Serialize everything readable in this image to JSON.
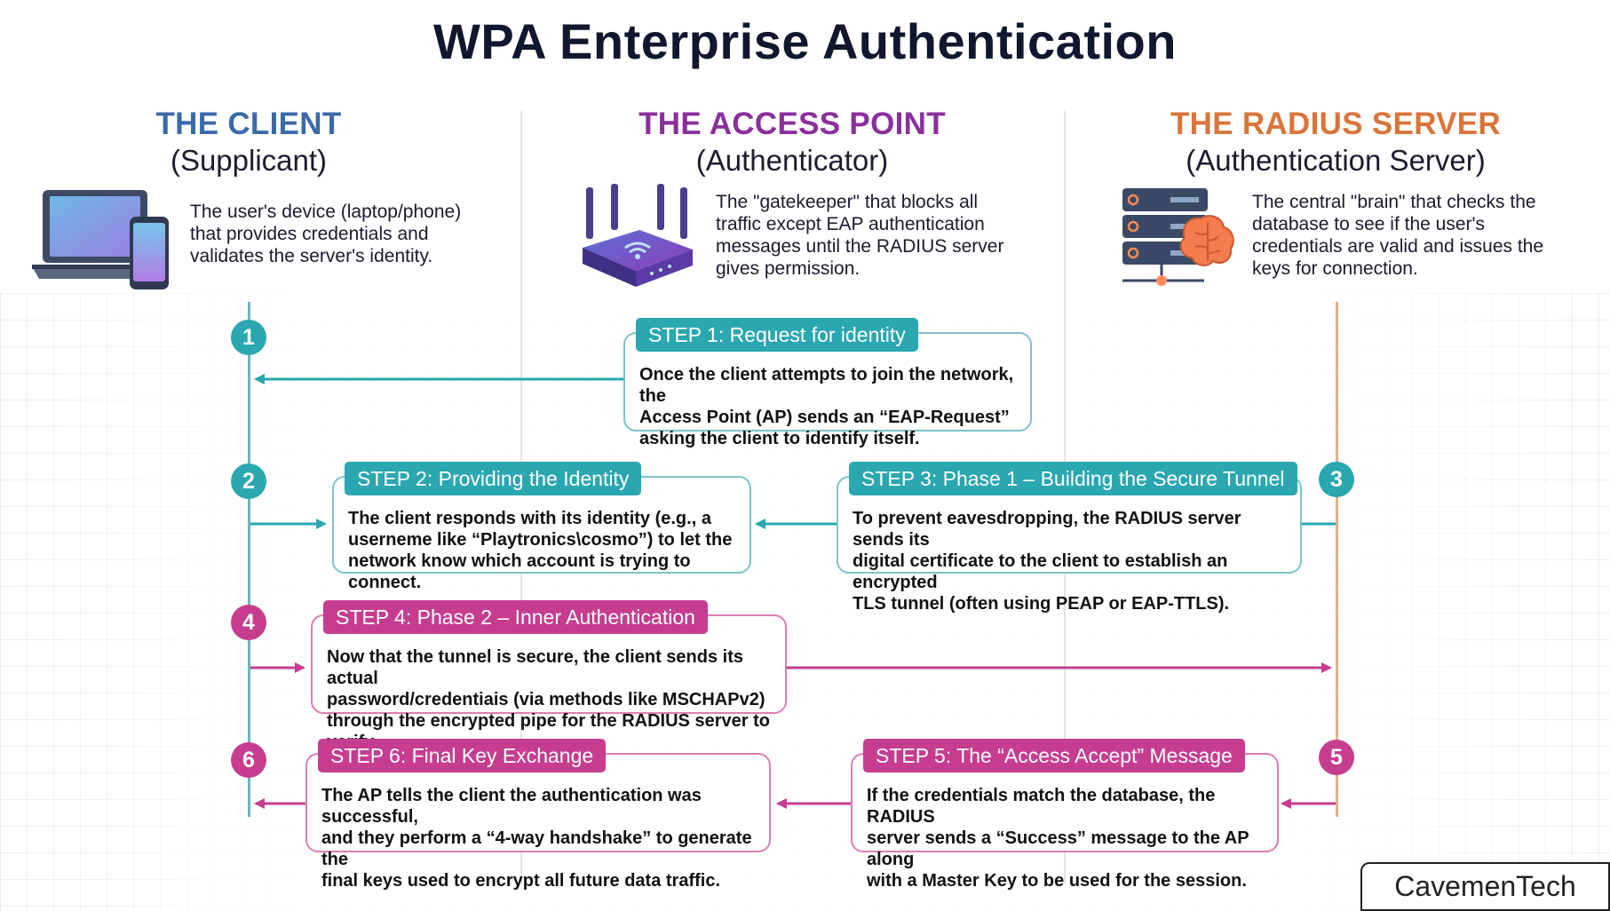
{
  "title": "WPA Enterprise Authentication",
  "colors": {
    "client": "#3a6aa8",
    "access_point": "#8a2f9c",
    "radius": "#d9753a",
    "teal": "#2aa7b0",
    "magenta": "#c63d8f"
  },
  "columns": {
    "client": {
      "heading": "THE CLIENT",
      "subheading": "(Supplicant)",
      "icon": "laptop-phone-icon",
      "description": [
        "The user's device (laptop/phone)",
        "that provides credentials and",
        "validates the server's identity."
      ]
    },
    "access_point": {
      "heading": "THE ACCESS POINT",
      "subheading": "(Authenticator)",
      "icon": "wifi-router-icon",
      "description": [
        "The \"gatekeeper\" that blocks all",
        "traffic except EAP authentication",
        "messages until the RADIUS server",
        "gives permission."
      ]
    },
    "radius": {
      "heading": "THE RADIUS SERVER",
      "subheading": "(Authentication Server)",
      "icon": "server-brain-icon",
      "description": [
        "The central \"brain\" that checks the",
        "database to see if the user's",
        "credentials are valid and issues the",
        "keys for connection."
      ]
    }
  },
  "steps": {
    "s1": {
      "number": "1",
      "label": "STEP 1: Request for identity",
      "lines": [
        "Once the client attempts to join the network, the",
        "Access Point (AP) sends an “EAP-Request”",
        "asking the client to identify itself."
      ]
    },
    "s2": {
      "number": "2",
      "label": "STEP 2: Providing the Identity",
      "lines": [
        "The client responds with its identity (e.g., a",
        "userneme like “Playtronics\\cosmo”) to let the",
        "network know which account is trying to connect."
      ]
    },
    "s3": {
      "number": "3",
      "label": "STEP 3: Phase 1 – Building the Secure Tunnel",
      "lines": [
        "To prevent eavesdropping, the RADIUS server sends its",
        "digital certificate to the client to establish an encrypted",
        "TLS tunnel (often using PEAP or EAP-TTLS)."
      ]
    },
    "s4": {
      "number": "4",
      "label": "STEP 4: Phase 2 – Inner Authentication",
      "lines": [
        "Now that the tunnel is secure, the client sends its actual",
        "password/credentiais (via methods like MSCHAPv2)",
        "through the encrypted pipe for the RADIUS server to verify."
      ]
    },
    "s5": {
      "number": "5",
      "label": "STEP 5: The “Access Accept” Message",
      "lines": [
        "If the credentials match the database, the RADIUS",
        "server sends a “Success” message to the AP along",
        "with a Master Key to be used for the session."
      ]
    },
    "s6": {
      "number": "6",
      "label": "STEP 6: Final Key Exchange",
      "lines": [
        "The AP tells the client the authentication was successful,",
        "and they perform a “4-way handshake” to generate the",
        "final keys used to encrypt all future data traffic."
      ]
    }
  },
  "watermark": "CavemenTech"
}
